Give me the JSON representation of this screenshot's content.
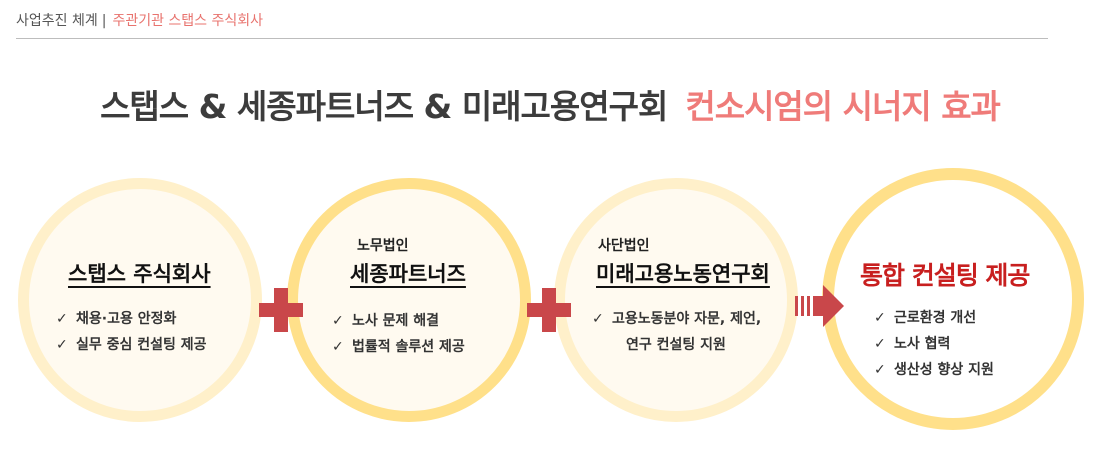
{
  "breadcrumb": {
    "section": "사업추진 체계",
    "separator": "|",
    "current": "주관기관 스탭스 주식회사"
  },
  "headline": {
    "main": "스탭스 & 세종파트너즈 & 미래고용연구회",
    "accent": "컨소시엄의 시너지 효과"
  },
  "partners": [
    {
      "prefix": "",
      "name": "스탭스 주식회사",
      "items": [
        "채용·고용 안정화",
        "실무 중심 컨설팅 제공"
      ]
    },
    {
      "prefix": "노무법인",
      "name": "세종파트너즈",
      "items": [
        "노사 문제 해결",
        "법률적 솔루션 제공"
      ]
    },
    {
      "prefix": "사단법인",
      "name": "미래고용노동연구회",
      "items": [
        "고용노동분야 자문, 제언,",
        "연구 컨설팅 지원"
      ]
    }
  ],
  "result": {
    "name": "통합 컨설팅 제공",
    "items": [
      "근로환경 개선",
      "노사 협력",
      "생산성 향상 지원"
    ]
  },
  "colors": {
    "accent": "#ef7b79",
    "result_title": "#c81f1f",
    "connector": "#c9474a",
    "ring_light": "#fff0ca",
    "ring_strong": "#ffe08a"
  },
  "icons": {
    "plus": "plus-icon",
    "arrow": "arrow-right-icon",
    "check": "check-icon"
  }
}
